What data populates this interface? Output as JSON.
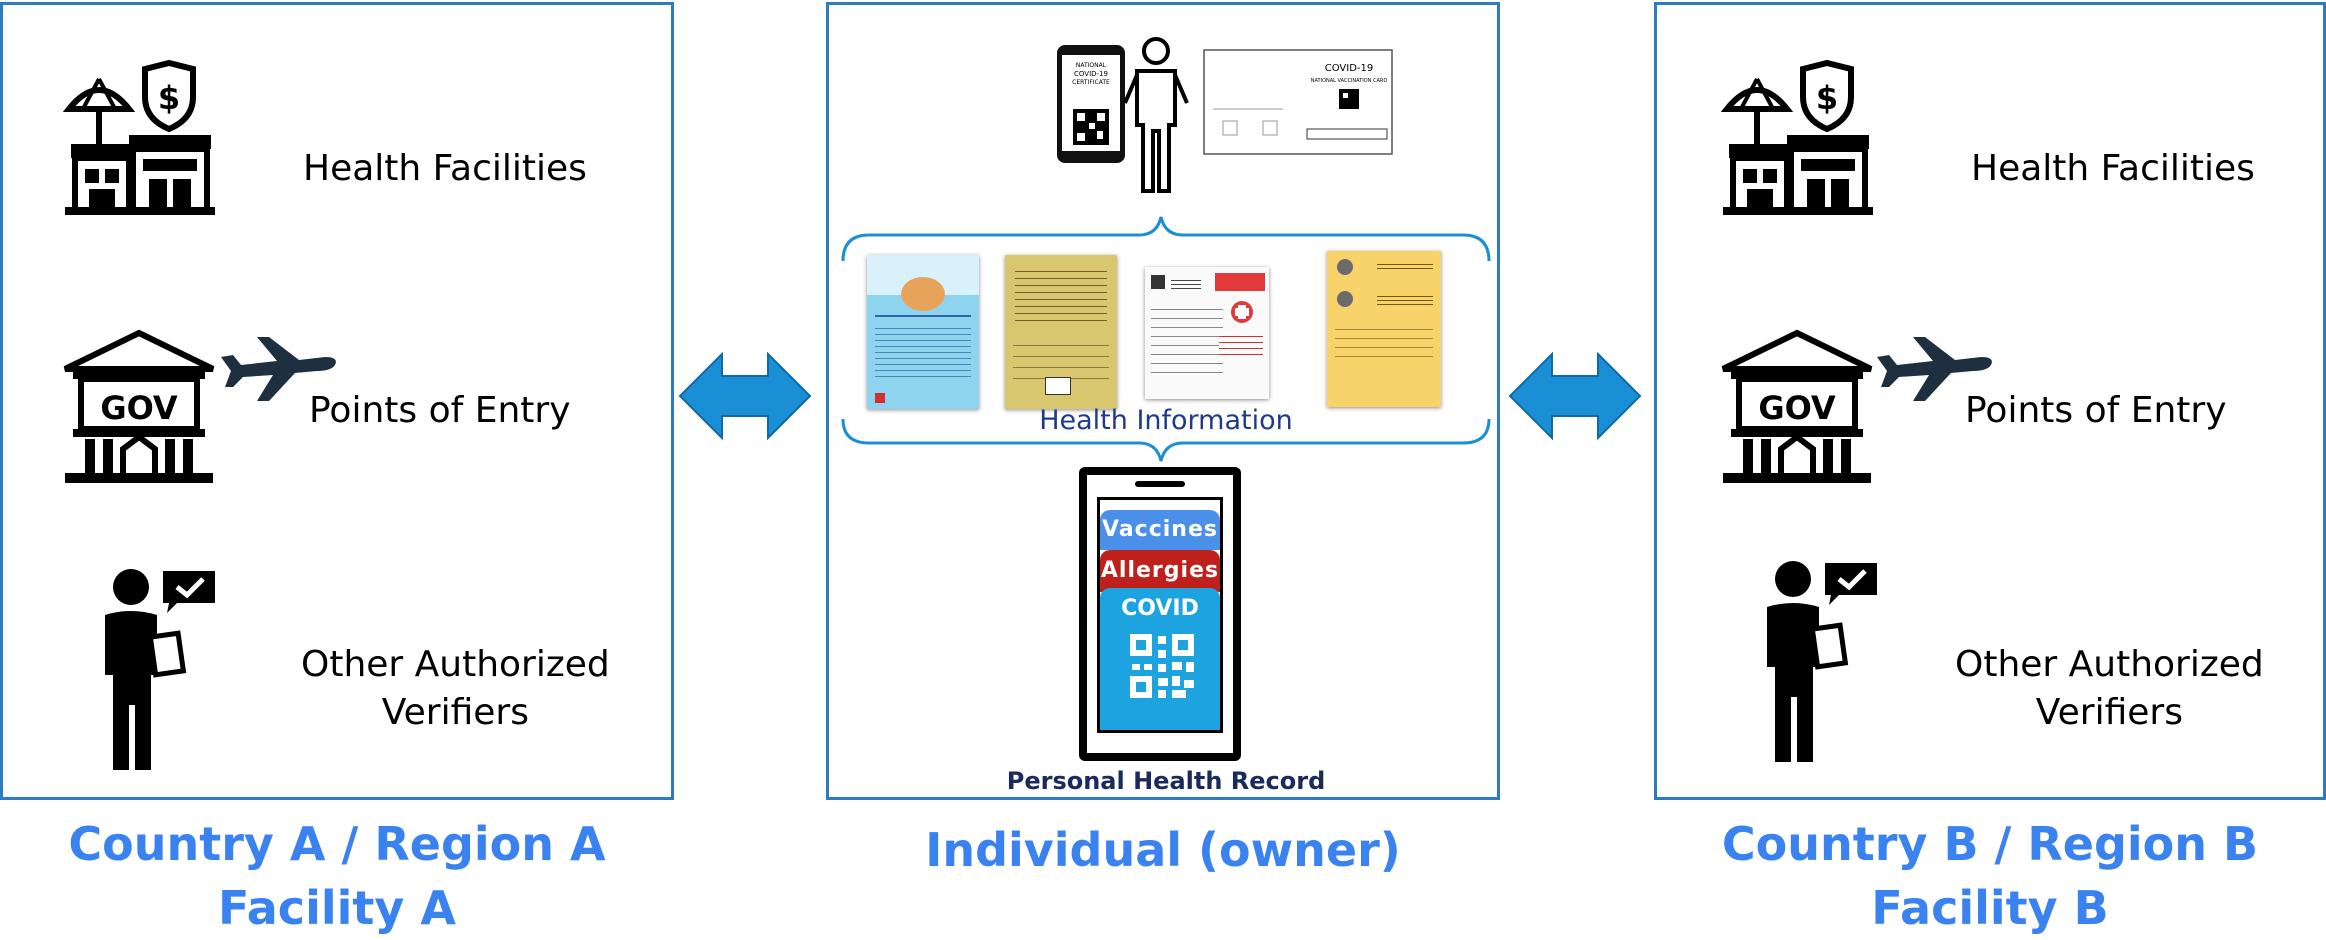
{
  "panels": {
    "left": {
      "rows": [
        {
          "label": "Health Facilities"
        },
        {
          "label": "Points of Entry"
        },
        {
          "label": "Other Authorized\nVerifiers"
        }
      ],
      "gov_text": "GOV",
      "caption_line1": "Country A / Region A",
      "caption_line2": "Facility A"
    },
    "center": {
      "top_phone": {
        "line1": "NATIONAL",
        "line2": "COVID-19",
        "line3": "CERTIFICATE"
      },
      "top_card_title": "COVID-19",
      "top_card_sub": "NATIONAL VACCINATION CARD",
      "health_information": "Health Information",
      "phone_tabs": {
        "vaccines": "Vaccines",
        "allergies": "Allergies",
        "covid": "COVID"
      },
      "personal_health_record": "Personal Health Record",
      "caption": "Individual (owner)"
    },
    "right": {
      "rows": [
        {
          "label": "Health Facilities"
        },
        {
          "label": "Points of Entry"
        },
        {
          "label": "Other Authorized\nVerifiers"
        }
      ],
      "gov_text": "GOV",
      "caption_line1": "Country B / Region B",
      "caption_line2": "Facility B"
    }
  },
  "colors": {
    "border": "#2b7cc0",
    "arrow": "#1b8fd6",
    "caption": "#3a82f0",
    "vaccines_tab": "#4a8fe8",
    "allergies_tab": "#c0201c",
    "covid_tab": "#1ca3e0"
  }
}
